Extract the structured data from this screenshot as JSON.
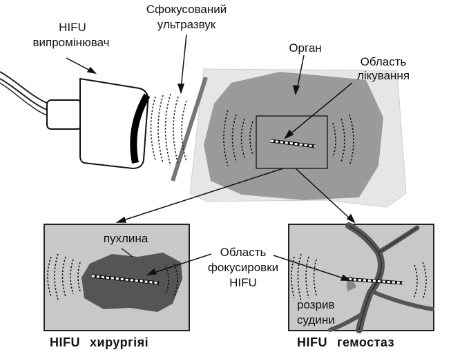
{
  "labels": {
    "transducer_line1": "HIFU",
    "transducer_line2": "випромінювач",
    "focused_line1": "Сфокусований",
    "focused_line2": "ультразвук",
    "organ": "Орган",
    "treatment_line1": "Область",
    "treatment_line2": "лікування",
    "tumor": "пухлина",
    "focus_line1": "Область",
    "focus_line2": "фокусировки",
    "focus_line3": "HIFU",
    "rupture_line1": "розрив",
    "rupture_line2": "судини"
  },
  "captions": {
    "surgery_a": "HIFU",
    "surgery_b": "хирургіяі",
    "hemostasis_a": "HIFU",
    "hemostasis_b": "гемостаз"
  }
}
